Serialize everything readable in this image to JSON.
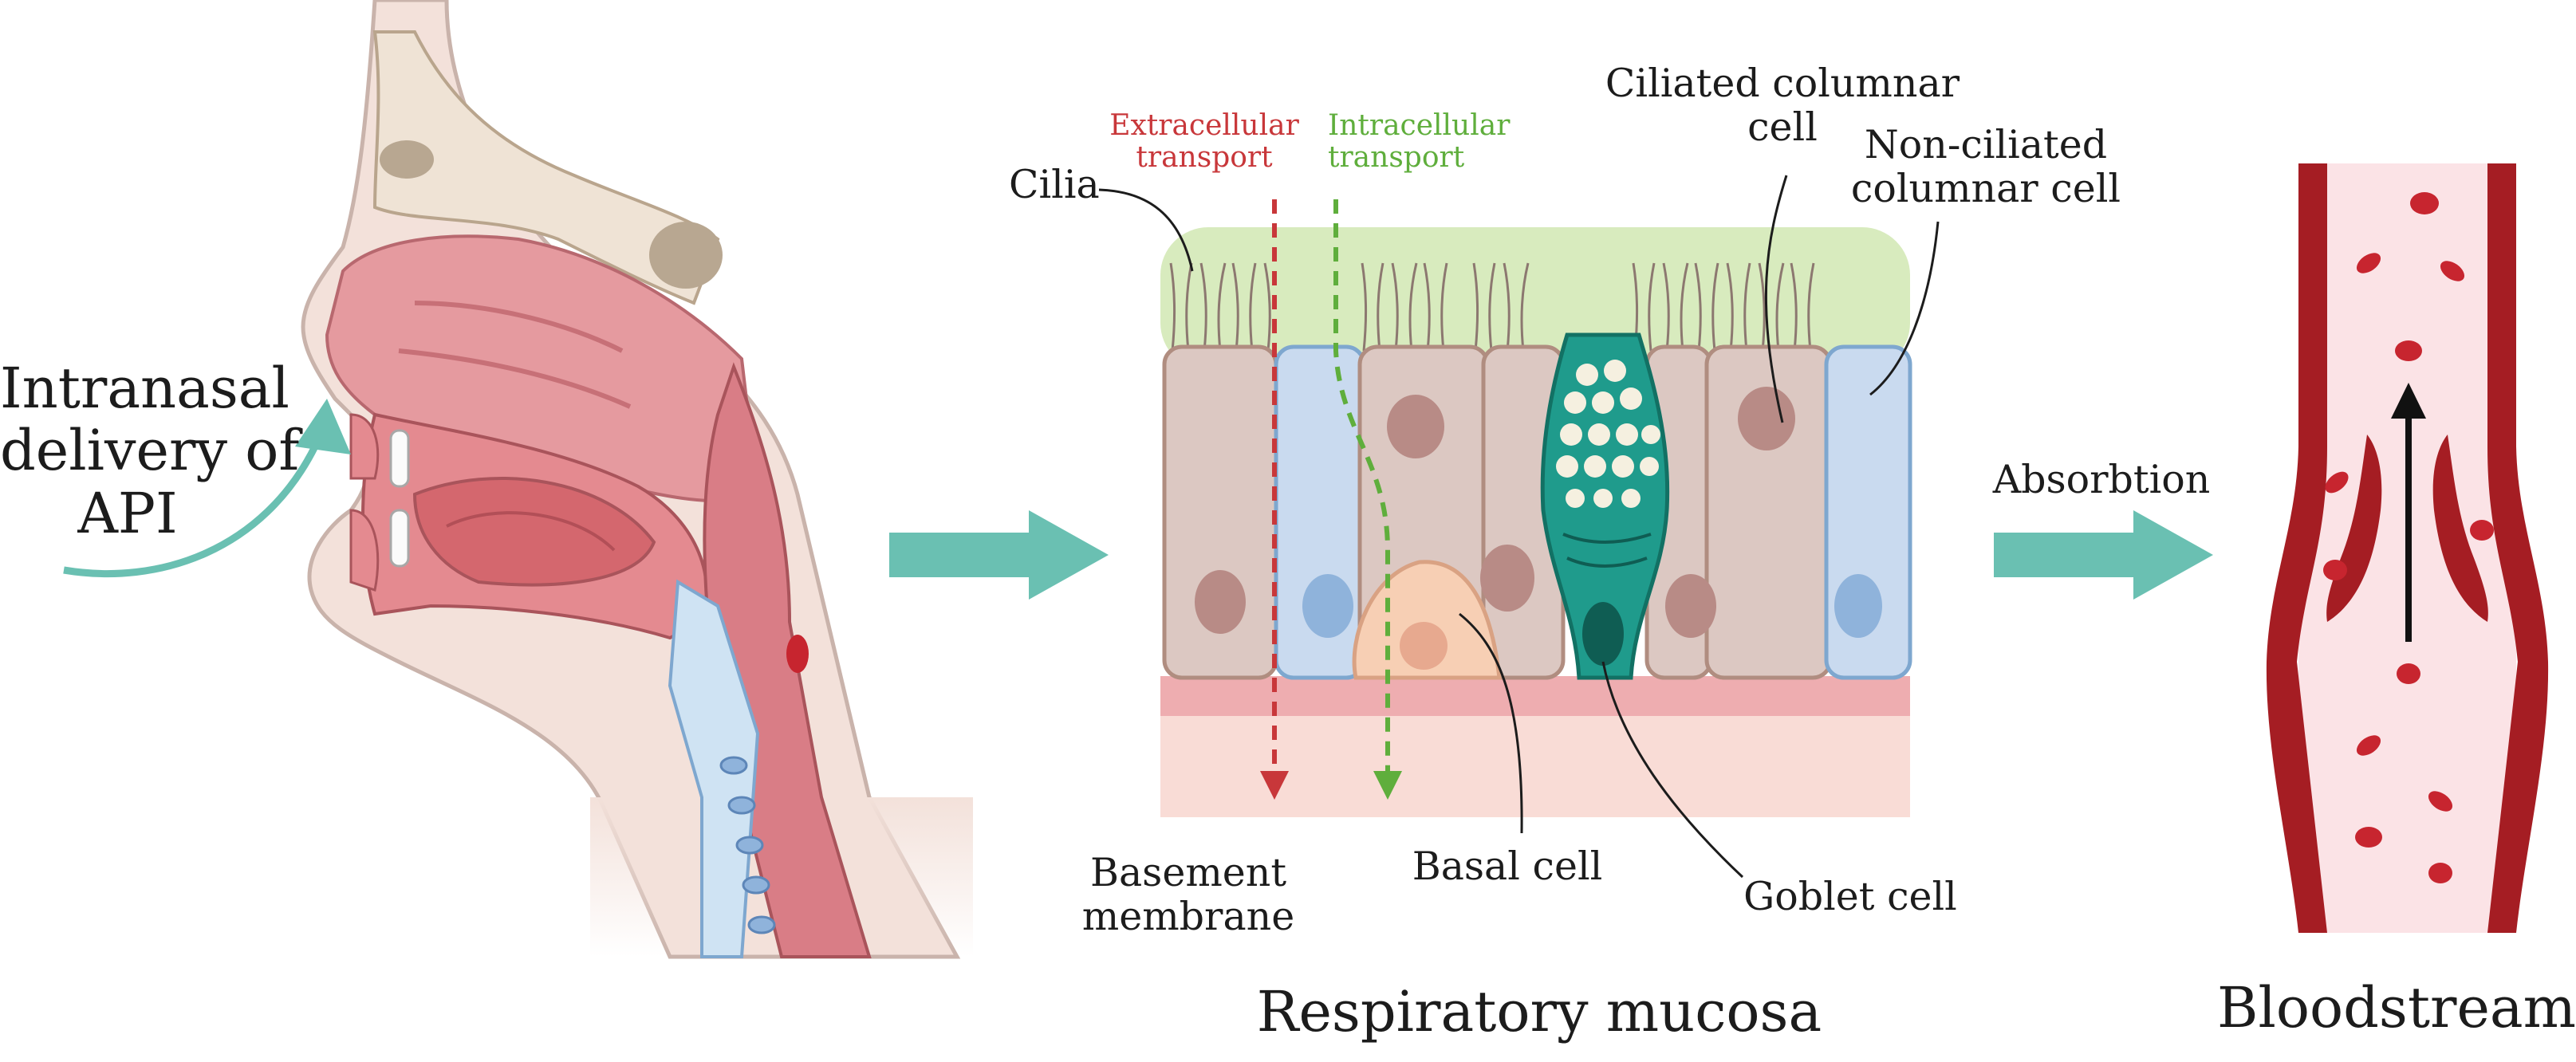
{
  "colors": {
    "arrow_teal": "#6ac0b2",
    "extracellular": "#c8373a",
    "intracellular": "#5fae3c",
    "cilia_band": "#d8ebbe",
    "columnar_cell": "#dcc8c2",
    "non_ciliated_cell": "#c9daef",
    "basal_cell": "#f7cfb4",
    "goblet_cell": "#1f9b8c",
    "basement_membrane": "#eeadb0",
    "lamina": "#f9dcd6",
    "vessel_wall": "#a51d23",
    "blood_plasma": "#fbe3e6",
    "red_cell": "#c7252f",
    "nasal_tissue": "#e59a9f",
    "skin": "#f3e1da"
  },
  "icons": [
    "nasal-cavity-illustration",
    "respiratory-mucosa-illustration",
    "blood-vessel-illustration",
    "flow-arrow-icon"
  ],
  "labels": {
    "intranasal": [
      "Intranasal",
      "delivery of",
      "API"
    ],
    "extracellular": [
      "Extracellular",
      "transport"
    ],
    "intracellular": [
      "Intracellular",
      "transport"
    ],
    "cilia": "Cilia",
    "ciliated": [
      "Ciliated columnar",
      "cell"
    ],
    "non_ciliated": [
      "Non-ciliated",
      "columnar cell"
    ],
    "basement": [
      "Basement",
      "membrane"
    ],
    "basal": "Basal cell",
    "goblet": "Goblet cell",
    "absorbtion": "Absorbtion",
    "mucosa_title": "Respiratory mucosa",
    "bloodstream_title": "Bloodstream"
  }
}
